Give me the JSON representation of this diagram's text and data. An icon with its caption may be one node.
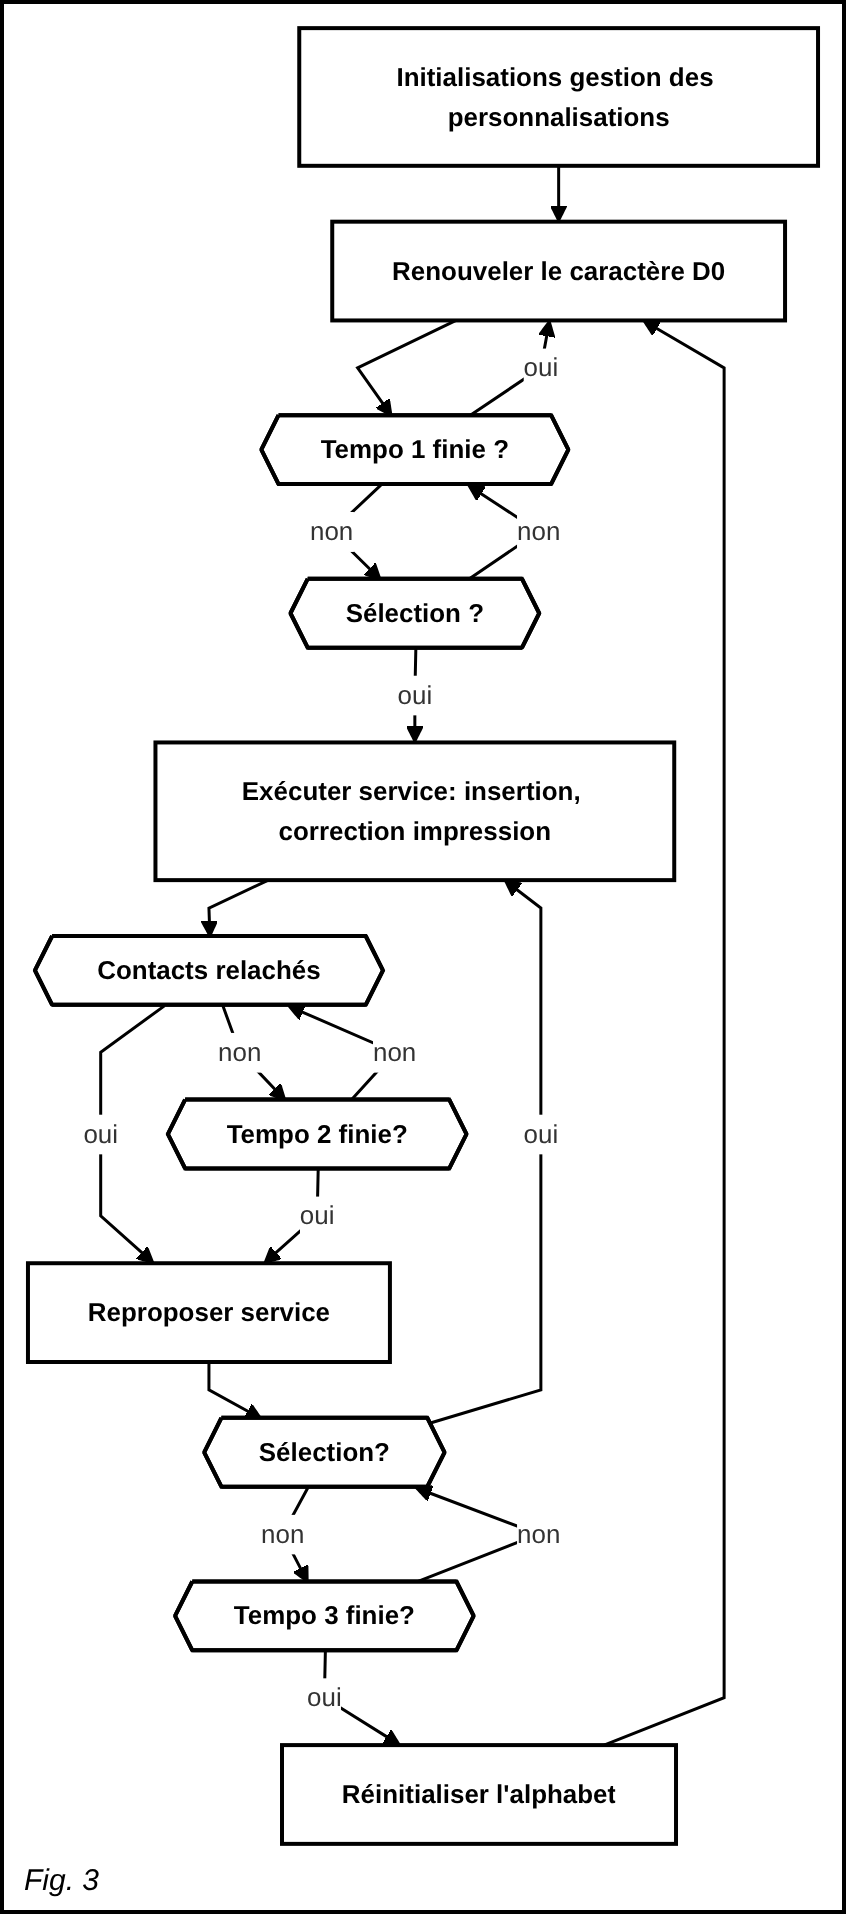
{
  "diagram": {
    "caption": "Fig. 3",
    "nodes": [
      {
        "text": [
          "Initialisations gestion des personnalisations"
        ]
      },
      {
        "text": [
          "Renouveler le caractère D0"
        ]
      },
      {
        "text": [
          "Tempo 1 finie ?"
        ]
      },
      {
        "text": [
          "Sélection ?"
        ]
      },
      {
        "text": [
          "Exécuter service: insertion, correction impression"
        ]
      },
      {
        "text": [
          "Contacts relachés"
        ]
      },
      {
        "text": [
          "Tempo 2 finie?"
        ]
      },
      {
        "text": [
          "Reproposer service"
        ]
      },
      {
        "text": [
          "Sélection?"
        ]
      },
      {
        "text": [
          "Tempo 3 finie?"
        ]
      },
      {
        "text": [
          "Réinitialiser l'alphabet"
        ]
      }
    ],
    "edges": [
      {
        "from": 0,
        "to": 1,
        "arrow": "to"
      },
      {
        "from": 1,
        "to": 2,
        "arrow": "to"
      },
      {
        "from": 2,
        "to": 1,
        "arrow": "to",
        "label": "oui"
      },
      {
        "from": 2,
        "to": 3,
        "arrow": "to",
        "label": "non"
      },
      {
        "from": 3,
        "to": 2,
        "arrow": "to",
        "label": "non"
      },
      {
        "from": 3,
        "to": 4,
        "arrow": "to",
        "label": "oui"
      },
      {
        "from": 4,
        "to": 5,
        "arrow": "to"
      },
      {
        "from": 5,
        "to": 7,
        "arrow": "to",
        "label": "oui"
      },
      {
        "from": 5,
        "to": 6,
        "arrow": "to",
        "label": "non"
      },
      {
        "from": 6,
        "to": 5,
        "arrow": "to",
        "label": "non"
      },
      {
        "from": 6,
        "to": 7,
        "arrow": "to",
        "label": "oui"
      },
      {
        "from": 7,
        "to": 8,
        "arrow": "to"
      },
      {
        "from": 8,
        "to": 4,
        "arrow": "to",
        "label": "oui"
      },
      {
        "from": 8,
        "to": 9,
        "arrow": "to",
        "label": "non"
      },
      {
        "from": 9,
        "to": 8,
        "arrow": "to",
        "label": "non"
      },
      {
        "from": 9,
        "to": 10,
        "arrow": "to",
        "label": "oui"
      },
      {
        "from": 10,
        "to": 1,
        "arrow": "to"
      }
    ]
  }
}
